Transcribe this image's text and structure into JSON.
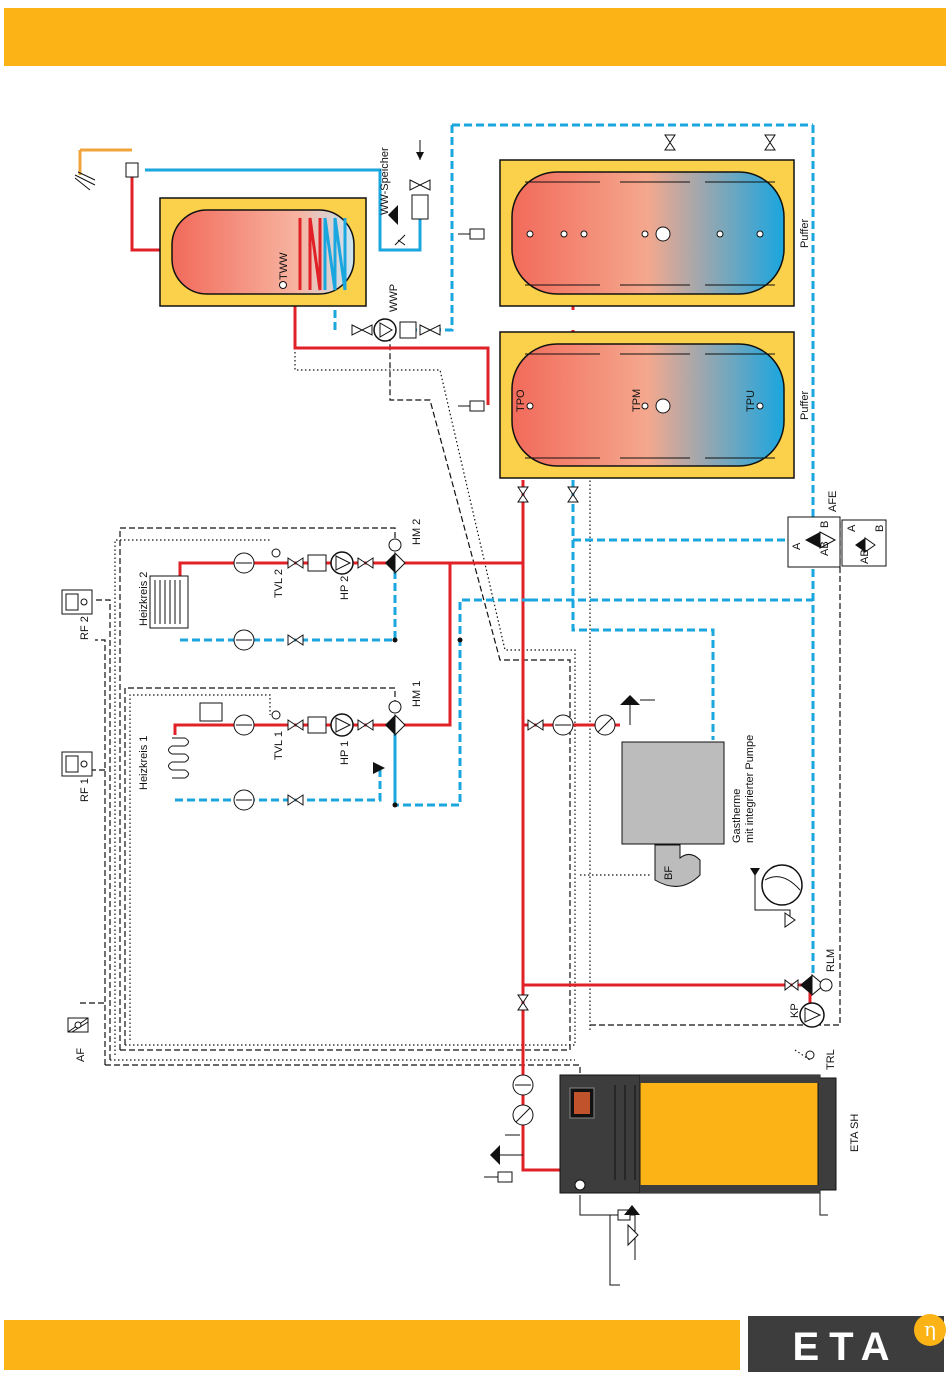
{
  "labels": {
    "ww_speicher": "WW-Speicher",
    "tww": "TWW",
    "wwp": "WWP",
    "puffer_top": "Puffer",
    "puffer_bottom": "Puffer",
    "tpo": "TPO",
    "tpm": "TPM",
    "tpu": "TPU",
    "afe": "AFE",
    "valve_a": "A",
    "valve_b": "B",
    "valve_ab": "AB",
    "rf2": "RF 2",
    "rf1": "RF 1",
    "af": "AF",
    "heizkreis2": "Heizkreis 2",
    "heizkreis1": "Heizkreis 1",
    "tvl2": "TVL 2",
    "tvl1": "TVL 1",
    "hp2": "HP 2",
    "hp1": "HP 1",
    "hm2": "HM 2",
    "hm1": "HM 1",
    "gastherme_line1": "Gastherme",
    "gastherme_line2": "mit integrierter Pumpe",
    "bf": "BF",
    "kp": "KP",
    "rlm": "RLM",
    "trl": "TRL",
    "boiler": "ETA SH"
  },
  "logo": {
    "text": "ETA",
    "badge": "η"
  },
  "colors": {
    "header": "#fbb316",
    "hot_pipe": "#e02127",
    "cold_pipe": "#1aa6df",
    "tank_shell": "#fbd04a",
    "boiler_body": "#fbb316",
    "boiler_panel": "#3d3d3d",
    "gas_unit": "#bcbcbc"
  }
}
